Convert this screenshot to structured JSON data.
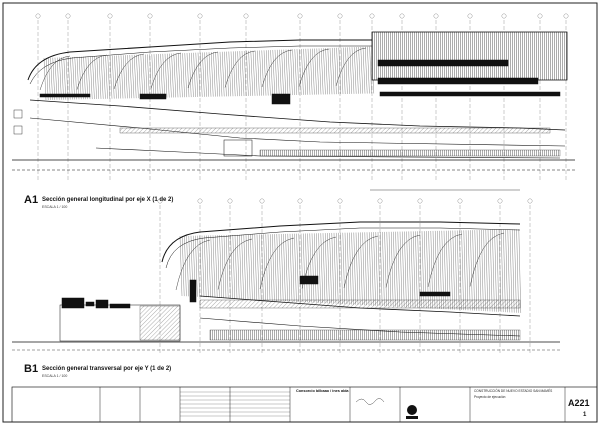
{
  "sections": [
    {
      "id": "A1",
      "title": "Sección general longitudinal por eje X (1 de 2)",
      "scale": "ESCALA 1 / 100"
    },
    {
      "id": "B1",
      "title": "Sección general transversal por eje Y (1 de 2)",
      "scale": "ESCALA 1 / 100"
    }
  ],
  "title_block": {
    "firm": "Consorcio bilbaao / ines alda",
    "project_line_1": "CONSTRUCCIÓN DE NUEVO ESTADIO SAN MAMÉS",
    "project_line_2": "Proyecto de ejecución",
    "sheet_number": "A221",
    "sheet_count": "1"
  },
  "colors": {
    "line": "#111111",
    "frame": "#222222",
    "paper": "#ffffff"
  }
}
